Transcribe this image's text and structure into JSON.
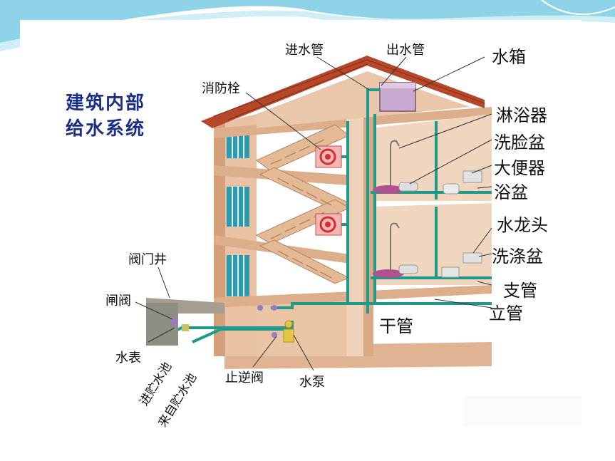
{
  "title": {
    "line1": "建筑内部",
    "line2": "给水系统"
  },
  "labels": {
    "inlet_pipe": "进水管",
    "outlet_pipe": "出水管",
    "water_tank": "水箱",
    "fire_hydrant": "消防栓",
    "shower": "淋浴器",
    "washbasin": "洗脸盆",
    "toilet": "大便器",
    "bathtub": "浴盆",
    "faucet": "水龙头",
    "sink": "洗涤盆",
    "branch_pipe": "支管",
    "riser_pipe": "立管",
    "main_pipe": "干管",
    "valve_well": "阀门井",
    "gate_valve": "闸阀",
    "water_meter": "水表",
    "to_reservoir": "进贮水池",
    "from_reservoir": "来自贮水池",
    "check_valve": "止逆阀",
    "pump": "水泵"
  },
  "colors": {
    "pipe": "#1f9a8a",
    "wall": "#e6bfa0",
    "wall_dark": "#c9936f",
    "roof": "#b5472b",
    "title": "#1c2f86",
    "window": "#2b9bb0"
  }
}
